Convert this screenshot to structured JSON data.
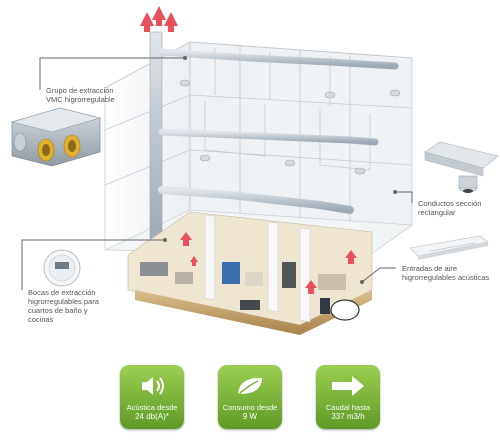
{
  "callouts": {
    "extraction_unit": {
      "line1": "Grupo de extracción",
      "line2": "VMC higrorregulable"
    },
    "ducts": {
      "line1": "Conductos sección",
      "line2": "rectangular"
    },
    "outlets": {
      "line1": "Bocas de extracción",
      "line2": "higrorregulables para",
      "line3": "cuartos de baño y",
      "line4": "cocinas"
    },
    "inlets": {
      "line1": "Entradas de aire",
      "line2": "higrorregulables acústicas"
    }
  },
  "badges": [
    {
      "icon": "speaker-icon",
      "label": "Acústica desde",
      "value": "24 db(A)*"
    },
    {
      "icon": "leaf-icon",
      "label": "Consumo desde",
      "value": "9 W"
    },
    {
      "icon": "arrow-right-icon",
      "label": "Caudal hasta",
      "value": "337 m3/h"
    }
  ],
  "colors": {
    "badge_top": "#9ccf52",
    "badge_bottom": "#5f9a25",
    "airflow_arrows": "#e8505b",
    "callout_line": "#666666",
    "duct": "#b9c3cc",
    "interior_floor": "#c8a86a"
  }
}
